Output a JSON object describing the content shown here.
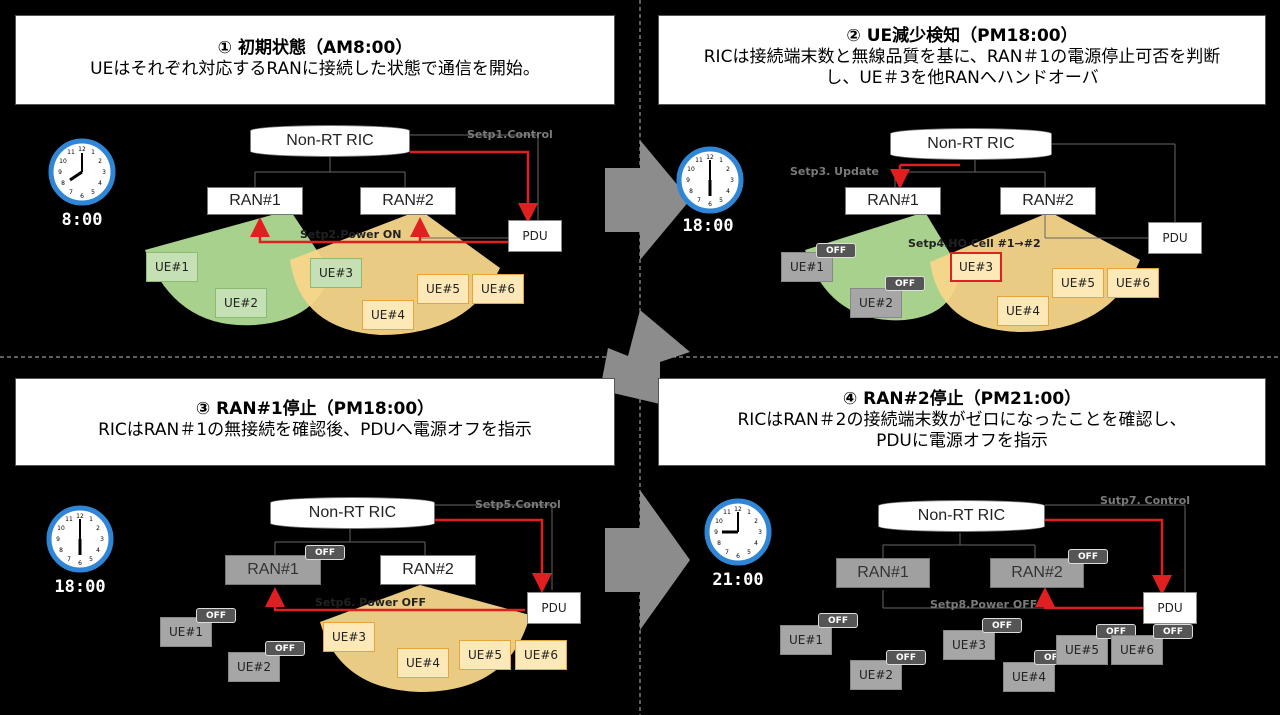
{
  "panels": {
    "p1": {
      "title": "① 初期状態（AM8:00）",
      "desc": "UEはそれぞれ対応するRANに接続した状態で通信を開始。",
      "time": "8:00",
      "ric": "Non-RT RIC",
      "ran1": "RAN#1",
      "ran2": "RAN#2",
      "pdu": "PDU",
      "step1": "Setp1.Control",
      "step2": "Setp2.Power ON",
      "ue": [
        "UE#1",
        "UE#2",
        "UE#3",
        "UE#4",
        "UE#5",
        "UE#6"
      ]
    },
    "p2": {
      "title": "② UE減少検知（PM18:00）",
      "desc1": "RICは接続端末数と無線品質を基に、RAN＃1の電源停止可否を判断",
      "desc2": "し、UE＃3を他RANへハンドオーバ",
      "time": "18:00",
      "ric": "Non-RT RIC",
      "ran1": "RAN#1",
      "ran2": "RAN#2",
      "pdu": "PDU",
      "step3": "Setp3. Update",
      "step4": "Setp4.HO Cell #1→#2",
      "ue": [
        "UE#1",
        "UE#2",
        "UE#3",
        "UE#4",
        "UE#5",
        "UE#6"
      ],
      "off": "OFF"
    },
    "p3": {
      "title": "③ RAN#1停止（PM18:00）",
      "desc": "RICはRAN＃1の無接続を確認後、PDUへ電源オフを指示",
      "time": "18:00",
      "ric": "Non-RT RIC",
      "ran1": "RAN#1",
      "ran2": "RAN#2",
      "pdu": "PDU",
      "step5": "Setp5.Control",
      "step6": "Setp6. Power OFF",
      "ue": [
        "UE#1",
        "UE#2",
        "UE#3",
        "UE#4",
        "UE#5",
        "UE#6"
      ],
      "off": "OFF"
    },
    "p4": {
      "title": "④ RAN#2停止（PM21:00）",
      "desc1": "RICはRAN＃2の接続端末数がゼロになったことを確認し、",
      "desc2": "PDUに電源オフを指示",
      "time": "21:00",
      "ric": "Non-RT RIC",
      "ran1": "RAN#1",
      "ran2": "RAN#2",
      "pdu": "PDU",
      "step7": "Sutp7. Control",
      "step8": "Setp8.Power OFF",
      "ue": [
        "UE#1",
        "UE#2",
        "UE#3",
        "UE#4",
        "UE#5",
        "UE#6"
      ],
      "off": "OFF"
    }
  },
  "colors": {
    "green_cell": "#a9d18e",
    "yellow_cell": "#f7d68a",
    "arrow_red": "#e02020",
    "flow_arrow": "#8c8c8c"
  }
}
